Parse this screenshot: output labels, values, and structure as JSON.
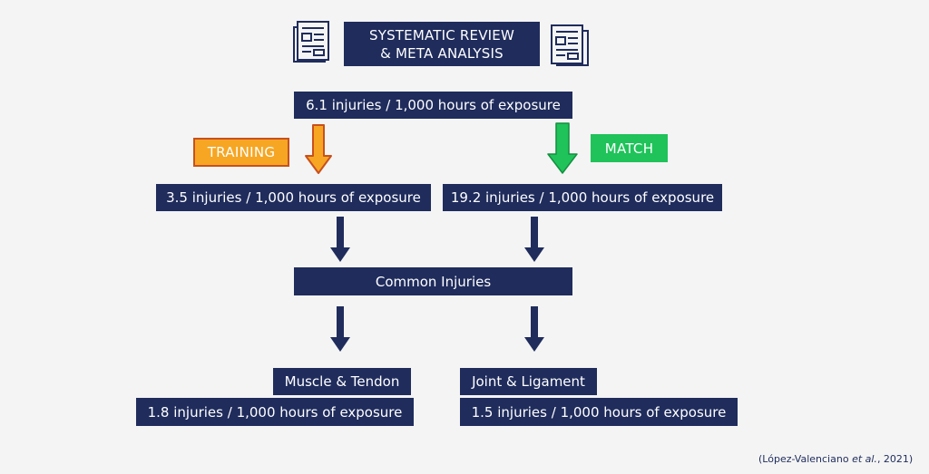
{
  "title": {
    "line1": "SYSTEMATIC REVIEW",
    "line2": "& META ANALYSIS"
  },
  "icons": [
    "document-icon",
    "document-icon"
  ],
  "overall_rate": "6.1 injuries / 1,000 hours of exposure",
  "training": {
    "label": "TRAINING",
    "rate": "3.5 injuries / 1,000 hours of exposure",
    "color": "#f6a623"
  },
  "match": {
    "label": "MATCH",
    "rate": "19.2 injuries / 1,000 hours of exposure",
    "color": "#1fc35a"
  },
  "common": {
    "label": "Common Injuries"
  },
  "muscle": {
    "label": "Muscle & Tendon",
    "rate": "1.8 injuries / 1,000 hours of exposure"
  },
  "joint": {
    "label": "Joint & Ligament",
    "rate": "1.5 injuries / 1,000 hours of exposure"
  },
  "citation": {
    "pre": "(López-Valenciano ",
    "etal": "et al.",
    "post": ", 2021)"
  },
  "colors": {
    "navy": "#1f2c5c",
    "background": "#f4f4f4",
    "training_border": "#c9501c"
  }
}
